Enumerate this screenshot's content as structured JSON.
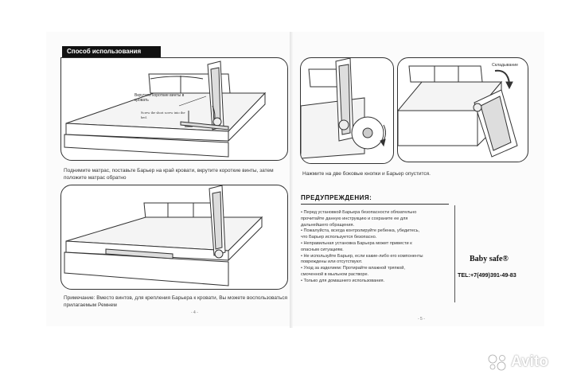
{
  "left_page": {
    "section_tab": "Способ использования",
    "panel1": {
      "callout_ru": "Вкрутите короткие винты в кровать",
      "callout_en": "Screw the short screw into the bed."
    },
    "caption1": "Поднимите матрас, поставьте Барьер на край кровати, вкрутите короткие винты, затем положите матрас обратно",
    "caption2": "Примечание: Вместо винтов, для крепления Барьера к кровати, Вы можете воспользоваться прилагаемым Ремнем",
    "page_number": "- 4 -"
  },
  "right_page": {
    "folding_label": "Складывание",
    "caption_top": "Нажмите на две боковые кнопки и Барьер опустится.",
    "warnings_heading": "ПРЕДУПРЕЖДЕНИЯ:",
    "warnings": [
      "• Перед установкой Барьера безопасности обязательно",
      "прочитайте данную инструкцию и сохраните ее для",
      "дальнейшего обращения.",
      "• Пожалуйста, всегда контролируйте ребенка, убедитесь,",
      "что Барьер используется безопасно.",
      "• Неправильная установка Барьера может привести к",
      "опасным ситуациям.",
      "• Не используйте Барьер, если какие-либо его компоненты",
      "повреждены или отсутствуют.",
      "• Уход за изделием: Протирайте влажной тряпкой,",
      "смоченной в мыльном растворе.",
      "• Только для домашнего использования."
    ],
    "brand": "Baby safe®",
    "phone": "TEL:+7(499)391-49-83",
    "page_number": "- 5 -"
  },
  "watermark": "Avito",
  "icons": [
    "avito-logo-icon"
  ]
}
